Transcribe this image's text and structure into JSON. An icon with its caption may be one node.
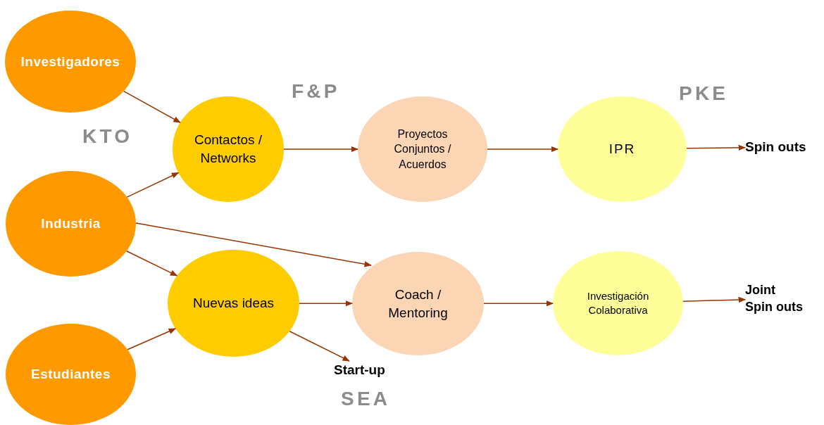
{
  "diagram": {
    "nodes": [
      {
        "text": [
          "Investigadores"
        ]
      },
      {
        "text": [
          "Industria"
        ]
      },
      {
        "text": [
          "Estudiantes"
        ]
      },
      {
        "text": [
          "Contactos / Networks"
        ]
      },
      {
        "text": [
          "Proyectos Conjuntos / Acuerdos"
        ]
      },
      {
        "text": [
          "IPR"
        ]
      },
      {
        "text": [
          "Spin outs"
        ]
      },
      {
        "text": [
          "Nuevas ideas"
        ]
      },
      {
        "text": [
          "Coach / Mentoring"
        ]
      },
      {
        "text": [
          "Investigación Colaborativa"
        ]
      },
      {
        "text": [
          "Joint Spin outs"
        ]
      },
      {
        "text": [
          "Start-up"
        ]
      }
    ],
    "edges": [
      {
        "from": 0,
        "to": 3,
        "arrow": "to"
      },
      {
        "from": 1,
        "to": 3,
        "arrow": "to"
      },
      {
        "from": 1,
        "to": 8,
        "arrow": "to"
      },
      {
        "from": 1,
        "to": 7,
        "arrow": "to"
      },
      {
        "from": 2,
        "to": 7,
        "arrow": "to"
      },
      {
        "from": 3,
        "to": 4,
        "arrow": "to"
      },
      {
        "from": 4,
        "to": 5,
        "arrow": "to"
      },
      {
        "from": 5,
        "to": 6,
        "arrow": "to"
      },
      {
        "from": 7,
        "to": 8,
        "arrow": "to"
      },
      {
        "from": 8,
        "to": 9,
        "arrow": "to"
      },
      {
        "from": 9,
        "to": 10,
        "arrow": "to"
      },
      {
        "from": 7,
        "to": 11,
        "arrow": "to"
      }
    ],
    "labels": [
      "KTO",
      "F&P",
      "PKE",
      "SEA"
    ]
  }
}
